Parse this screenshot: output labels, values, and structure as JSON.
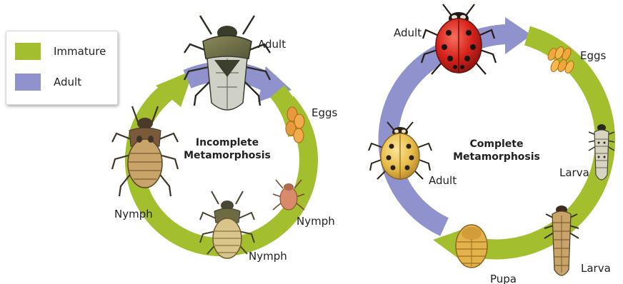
{
  "colors": {
    "immature": "#a3bf2e",
    "adult": "#8f92cc",
    "ladybug_red": "#d8231c",
    "ladybug_yellow": "#e7bd48",
    "label_text": "#222222"
  },
  "legend": {
    "items": [
      {
        "label": "Immature",
        "color": "#a3bf2e"
      },
      {
        "label": "Adult",
        "color": "#8f92cc"
      }
    ]
  },
  "incomplete": {
    "title_line1": "Incomplete",
    "title_line2": "Metamorphosis",
    "labels": {
      "adult": "Adult",
      "eggs": "Eggs",
      "nymph_small": "Nymph",
      "nymph_bottom": "Nymph",
      "nymph_left": "Nymph"
    }
  },
  "complete": {
    "title_line1": "Complete",
    "title_line2": "Metamorphosis",
    "labels": {
      "adult_top": "Adult",
      "eggs": "Eggs",
      "larva_right": "Larva",
      "larva_bottom": "Larva",
      "pupa": "Pupa",
      "adult_left": "Adult"
    }
  }
}
